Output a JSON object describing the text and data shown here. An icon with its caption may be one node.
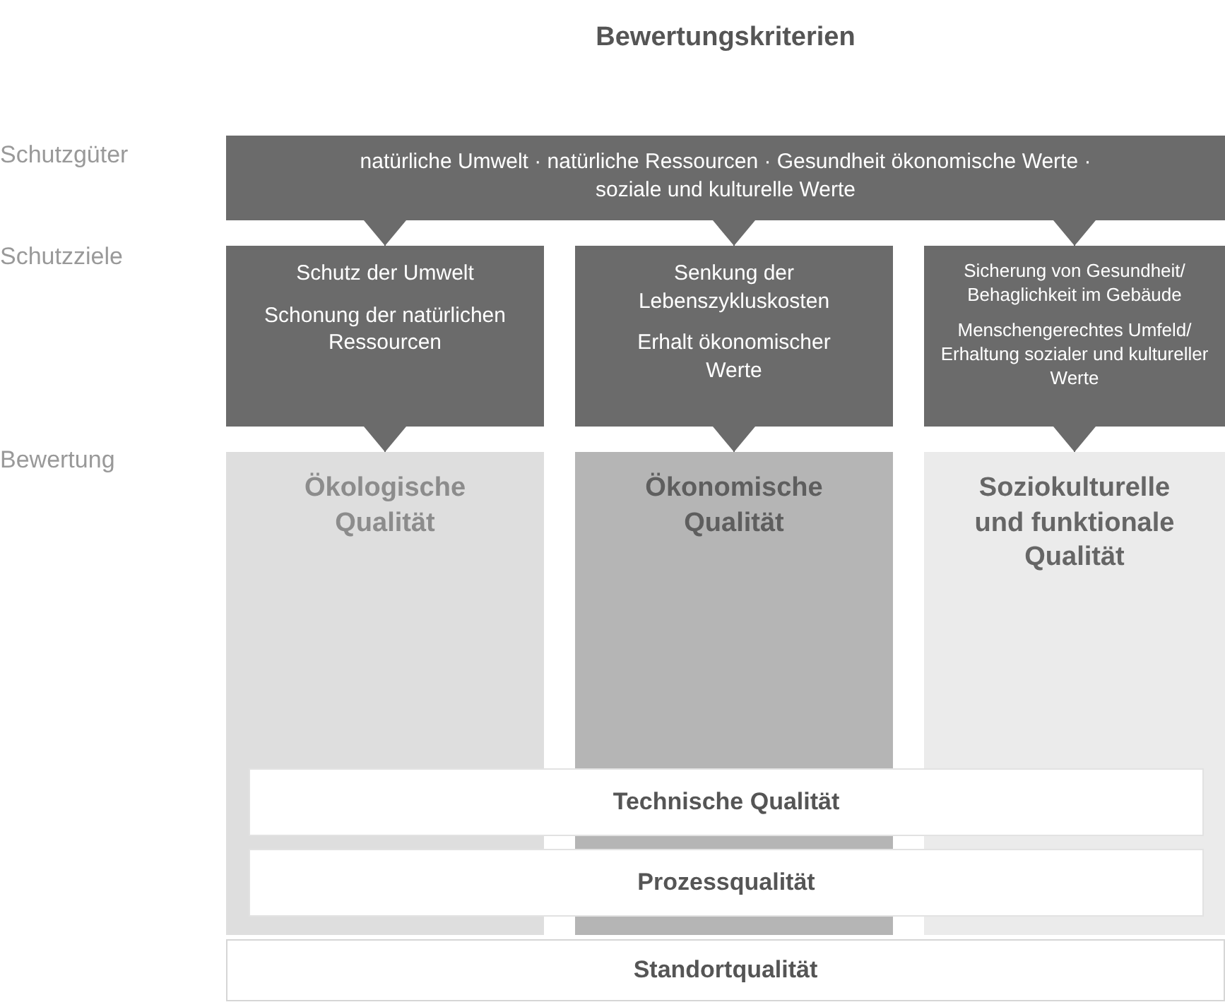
{
  "diagram": {
    "title": "Bewertungskriterien",
    "nodes": [
      {
        "text": [
          "natürliche Umwelt · natürliche Ressourcen · Gesundheit ökonomische Werte · soziale und kulturelle Werte"
        ]
      },
      {
        "text": [
          "Schutz der Umwelt",
          "Schonung der natürlichen Ressourcen"
        ]
      },
      {
        "text": [
          "Senkung der Lebenszykluskosten",
          "Erhalt ökonomischer Werte"
        ]
      },
      {
        "text": [
          "Sicherung von Gesundheit/ Behaglichkeit im Gebäude",
          "Menschengerechtes Umfeld/ Erhaltung sozialer und kultureller Werte"
        ]
      },
      {
        "text": [
          "Ökologische Qualität"
        ]
      },
      {
        "text": [
          "Ökonomische Qualität"
        ]
      },
      {
        "text": [
          "Soziokulturelle und funktionale Qualität"
        ]
      },
      {
        "text": [
          "Technische Qualität"
        ]
      },
      {
        "text": [
          "Prozessqualität"
        ]
      },
      {
        "text": [
          "Standortqualität"
        ]
      }
    ],
    "edges": [
      {
        "from": 0,
        "to": 1,
        "arrow": "to"
      },
      {
        "from": 0,
        "to": 2,
        "arrow": "to"
      },
      {
        "from": 0,
        "to": 3,
        "arrow": "to"
      },
      {
        "from": 1,
        "to": 4,
        "arrow": "to"
      },
      {
        "from": 2,
        "to": 5,
        "arrow": "to"
      },
      {
        "from": 3,
        "to": 6,
        "arrow": "to"
      }
    ],
    "labels": [
      "Schutzgüter",
      "Schutzziele",
      "Bewertung"
    ]
  }
}
